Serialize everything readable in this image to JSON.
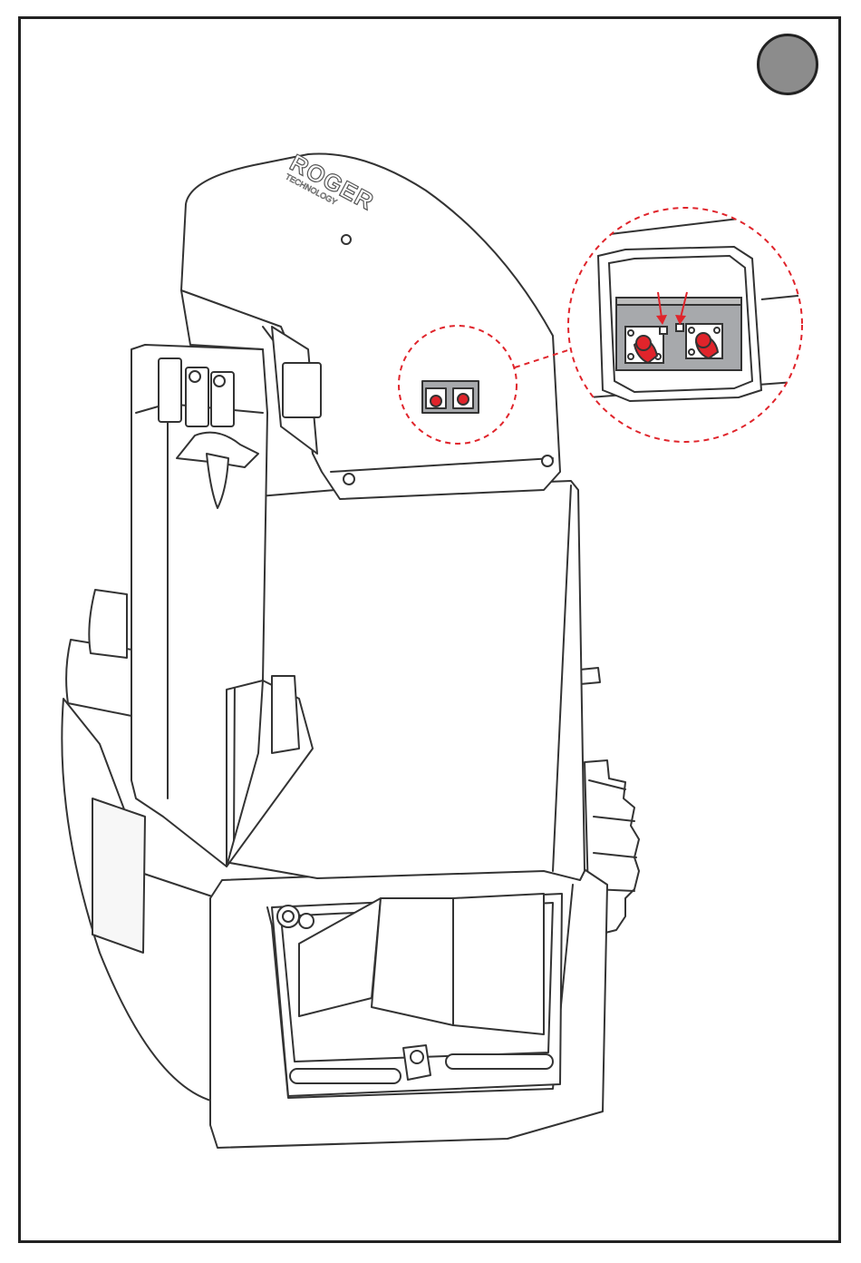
{
  "figure": {
    "brand_logo_text": "ROGER",
    "brand_logo_subtext": "TECHNOLOGY"
  },
  "colors": {
    "frame_border": "#222222",
    "badge_fill": "#8c8c8c",
    "callout_dashes": "#e0242b",
    "button_cap_red": "#e0242b",
    "panel_gray": "#a7a9ac",
    "outline": "#333333"
  },
  "icons": {
    "step_badge": "grey-circle-step-marker",
    "callout": "dashed-red-zoom-circle",
    "arrows": "red-pointer-arrows"
  }
}
